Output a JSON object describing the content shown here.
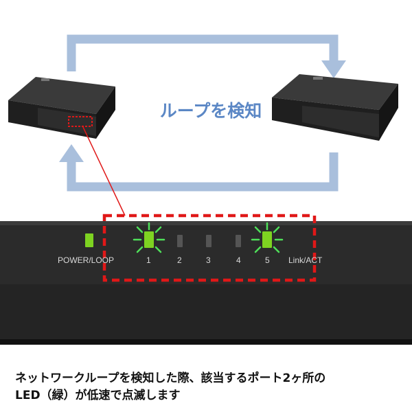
{
  "loop_label": "ループを検知",
  "panel": {
    "power_label": "POWER/LOOP",
    "ports": [
      "1",
      "2",
      "3",
      "4",
      "5"
    ],
    "link_label": "Link/ACT",
    "blinking_ports": [
      "1",
      "5"
    ]
  },
  "caption": {
    "line1": "ネットワークループを検知した際、該当するポート2ヶ所の",
    "line2": "LED（緑）が低速で点滅します"
  },
  "colors": {
    "arrow": "#a9bfdc",
    "highlight": "#e01818",
    "led_green": "#7ed321",
    "device": "#2b2b2b",
    "loop_text": "#5b87c5"
  }
}
